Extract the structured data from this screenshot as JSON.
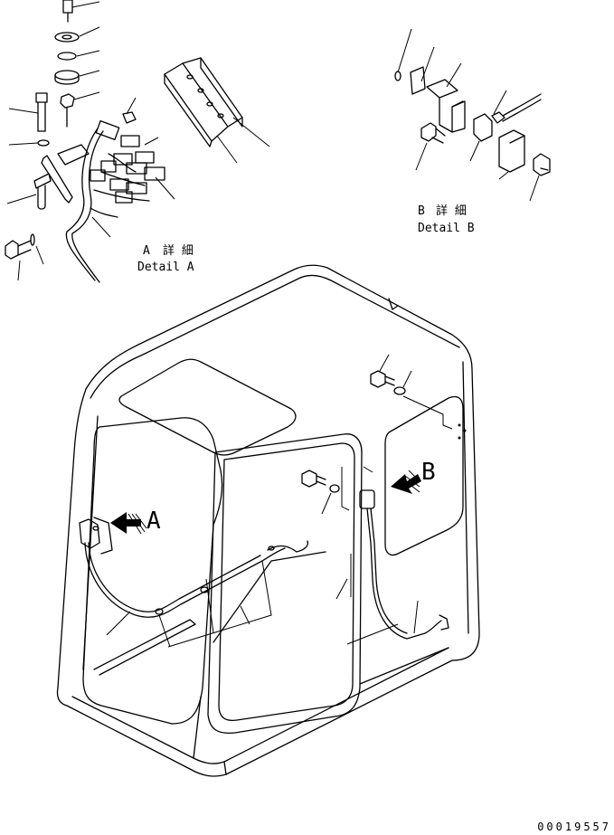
{
  "detail_a": {
    "letter": "A",
    "jp": "詳 細",
    "en": "Detail A"
  },
  "detail_b": {
    "letter": "B",
    "jp": "詳 細",
    "en": "Detail B"
  },
  "view_markers": {
    "a": "A",
    "b": "B"
  },
  "drawing_number": "00019557"
}
